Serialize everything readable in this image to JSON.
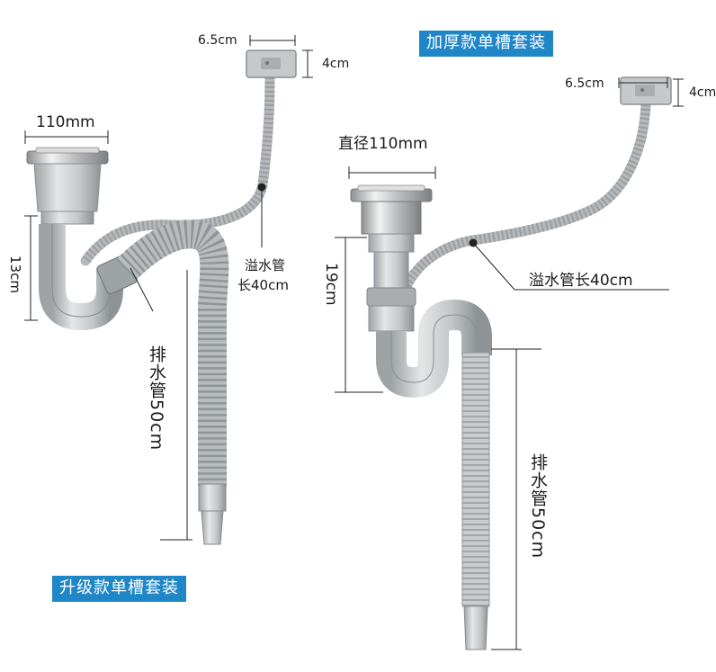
{
  "left_set": {
    "title": "升级款单槽套装",
    "width_label": "110mm",
    "overflow_box_width": "6.5cm",
    "overflow_box_height": "4cm",
    "trap_height": "13cm",
    "overflow_hose_line1": "溢水管",
    "overflow_hose_line2": "长40cm",
    "drain_hose": "排水管50cm"
  },
  "right_set": {
    "title": "加厚款单槽套装",
    "diameter_label": "直径110mm",
    "overflow_box_width": "6.5cm",
    "overflow_box_height": "4cm",
    "trap_height": "19cm",
    "overflow_hose": "溢水管长40cm",
    "drain_hose": "排水管50cm"
  }
}
